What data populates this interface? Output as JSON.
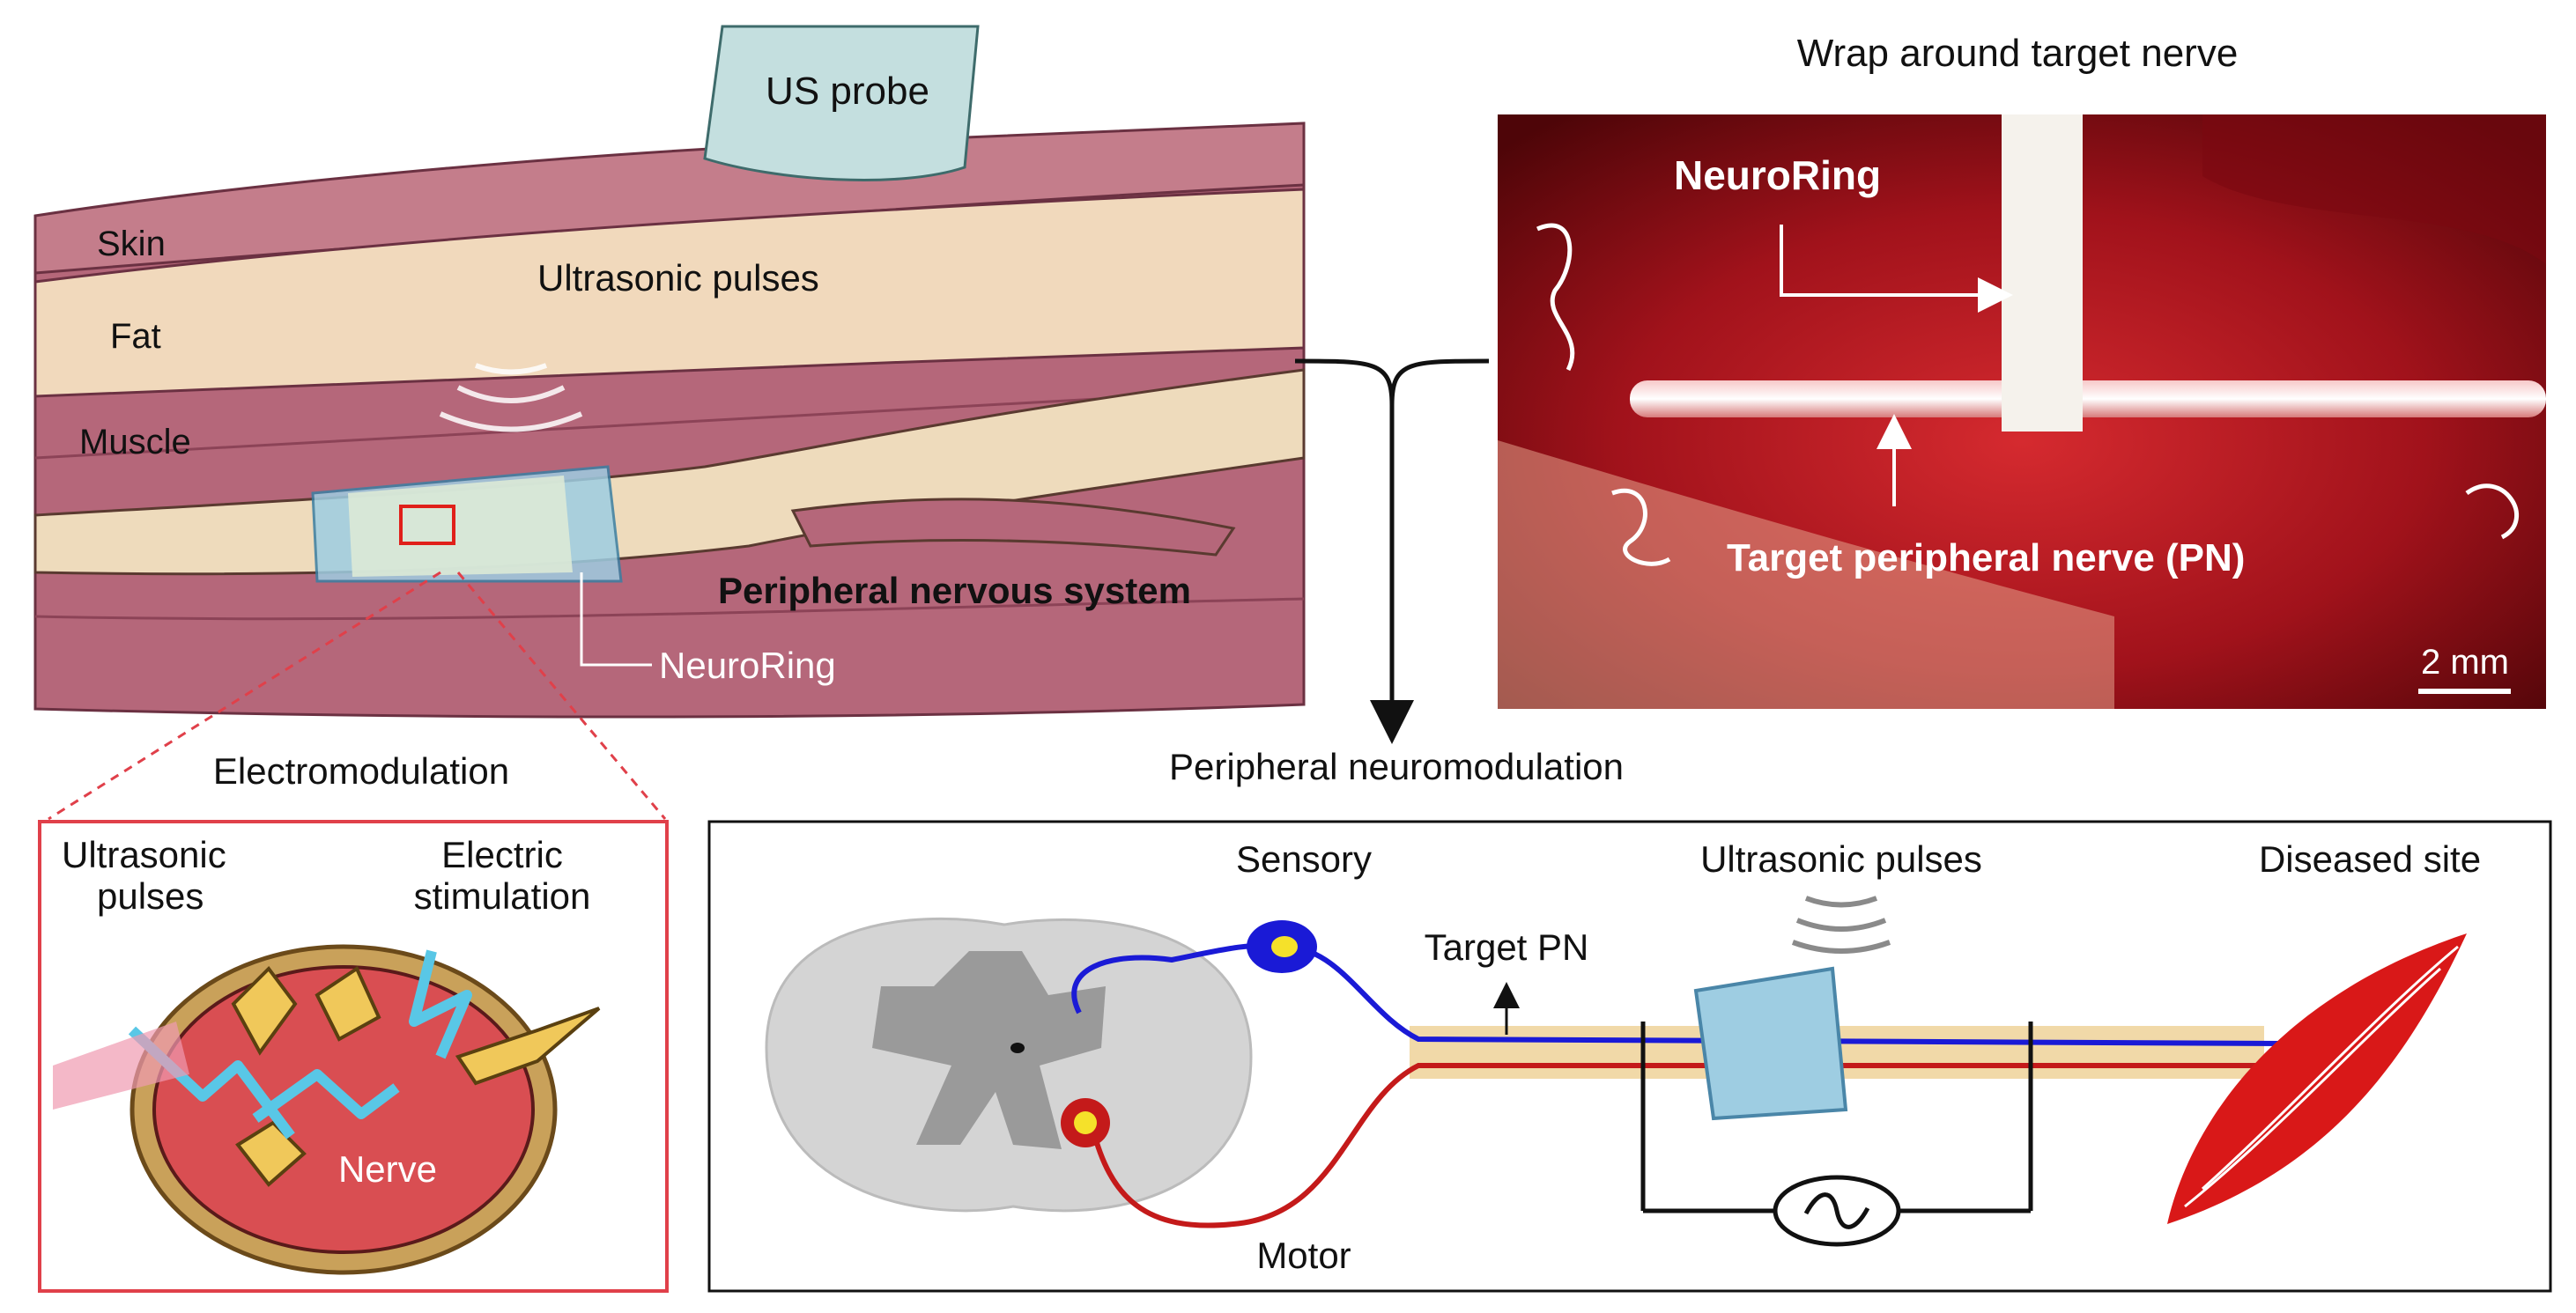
{
  "anatomy": {
    "labels": {
      "probe": "US probe",
      "skin": "Skin",
      "fat": "Fat",
      "muscle": "Muscle",
      "pulses": "Ultrasonic pulses",
      "pns": "Peripheral nervous system",
      "device": "NeuroRing"
    }
  },
  "photo": {
    "title": "Wrap around target nerve",
    "device_label": "NeuroRing",
    "nerve_label": "Target peripheral nerve (PN)",
    "scale_bar": "2 mm"
  },
  "electro": {
    "title": "Electromodulation",
    "pulses_line1": "Ultrasonic",
    "pulses_line2": "pulses",
    "stim_line1": "Electric",
    "stim_line2": "stimulation",
    "nerve": "Nerve"
  },
  "neuromod": {
    "title": "Peripheral neuromodulation",
    "sensory": "Sensory",
    "motor": "Motor",
    "target": "Target PN",
    "pulses": "Ultrasonic pulses",
    "diseased": "Diseased site"
  },
  "colors": {
    "muscle": "#b5677a",
    "fat": "#f1d9bc",
    "tissue_red": "#b3121c",
    "sensory_path": "#1a1ad6",
    "motor_path": "#c41a1a",
    "device_blue": "#9ecde2",
    "inset_border": "#e0404a"
  }
}
